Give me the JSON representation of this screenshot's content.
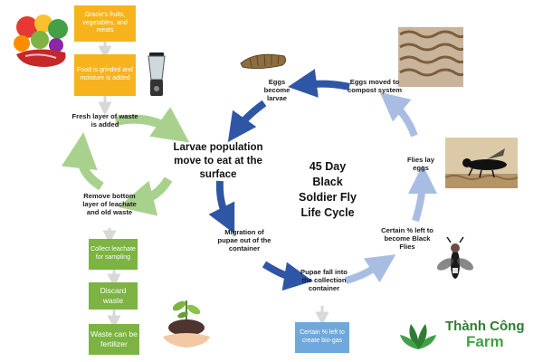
{
  "left_flow": {
    "box_fruits": "Gracie's fruits, vegetables, and meats",
    "box_grinded": "Food is grinded and moisture is added",
    "fresh_layer": "Fresh layer of waste is added",
    "remove_layer": "Remove bottom layer of leachate and old waste",
    "box_collect": "Collect leachate for sampling",
    "box_discard": "Discard waste",
    "box_fertilizer": "Waste can be fertilizer"
  },
  "cycle": {
    "larvae_population": "Larvae population move to eat at the surface",
    "title": "45 Day Black Soldier Fly Life Cycle",
    "eggs_become_larvae": "Eggs become larvae",
    "eggs_moved": "Eggs moved to compost system",
    "flies_lay_eggs": "Flies lay eggs",
    "certain_left": "Certain % left to become Black Flies",
    "pupae_fall": "Pupae fall into the collection container",
    "migration": "Migration of pupae out of the container",
    "box_biogas": "Certain % left to create bio-gas"
  },
  "brand": {
    "line1": "Thành Công",
    "line2": "Farm"
  },
  "colors": {
    "orange_box": "#f7b31d",
    "green_box": "#7cb342",
    "blue_box": "#6fa8dc",
    "dark_blue_arrow": "#2f56a6",
    "light_blue_arrow": "#a9bde2",
    "green_arrow": "#a9d18e",
    "brand_green": "#2e7d32"
  },
  "icons": [
    "food-collage-icon",
    "blender-icon",
    "larva-icon",
    "cardboard-compost-icon",
    "black-soldier-fly-icon",
    "fly-top-view-icon",
    "soil-sprout-icon",
    "leaf-logo-icon"
  ]
}
